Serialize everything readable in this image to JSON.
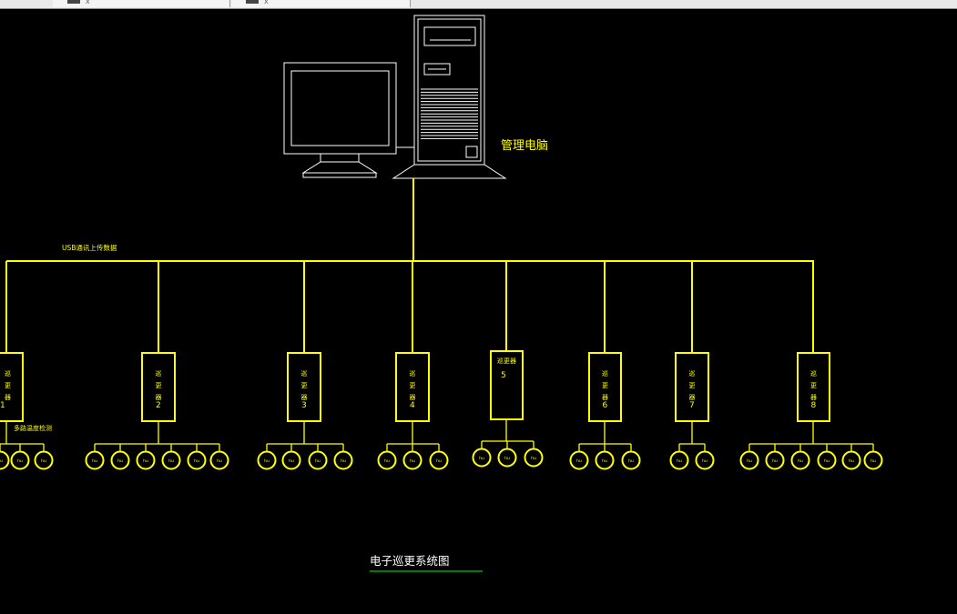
{
  "tabs": [
    {
      "label": "x"
    },
    {
      "label": "x"
    }
  ],
  "diagram": {
    "computer_label": "管理电脑",
    "bus_label": "USB通讯上传数据",
    "sensor_label": "多路温度检测",
    "footer_title": "电子巡更系统图",
    "footer_underline_color": "#00cc00",
    "line_color": "#ffff00",
    "computer_line_color": "#ffffff",
    "controller_name": "巡更器",
    "controllers": [
      {
        "number": "1",
        "sensors": 3
      },
      {
        "number": "2",
        "sensors": 6
      },
      {
        "number": "3",
        "sensors": 4
      },
      {
        "number": "4",
        "sensors": 3
      },
      {
        "number": "5",
        "sensors": 3
      },
      {
        "number": "6",
        "sensors": 3
      },
      {
        "number": "7",
        "sensors": 2
      },
      {
        "number": "8",
        "sensors": 6
      }
    ],
    "sensor_tag": "hu"
  }
}
